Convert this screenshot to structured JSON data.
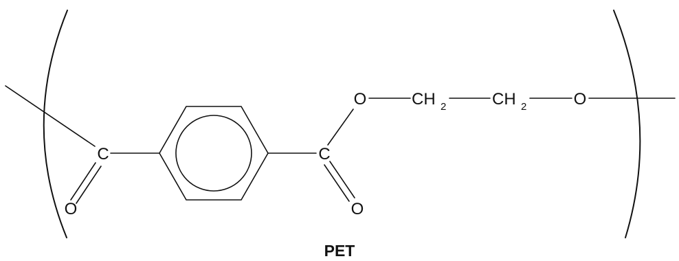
{
  "caption": "PET",
  "atoms": {
    "carbonyl_left_c": "C",
    "carbonyl_left_o": "O",
    "carbonyl_right_c": "C",
    "carbonyl_right_o": "O",
    "ester_o": "O",
    "methylene_1": "CH",
    "methylene_1_sub": "2",
    "methylene_2": "CH",
    "methylene_2_sub": "2",
    "ether_o": "O"
  }
}
